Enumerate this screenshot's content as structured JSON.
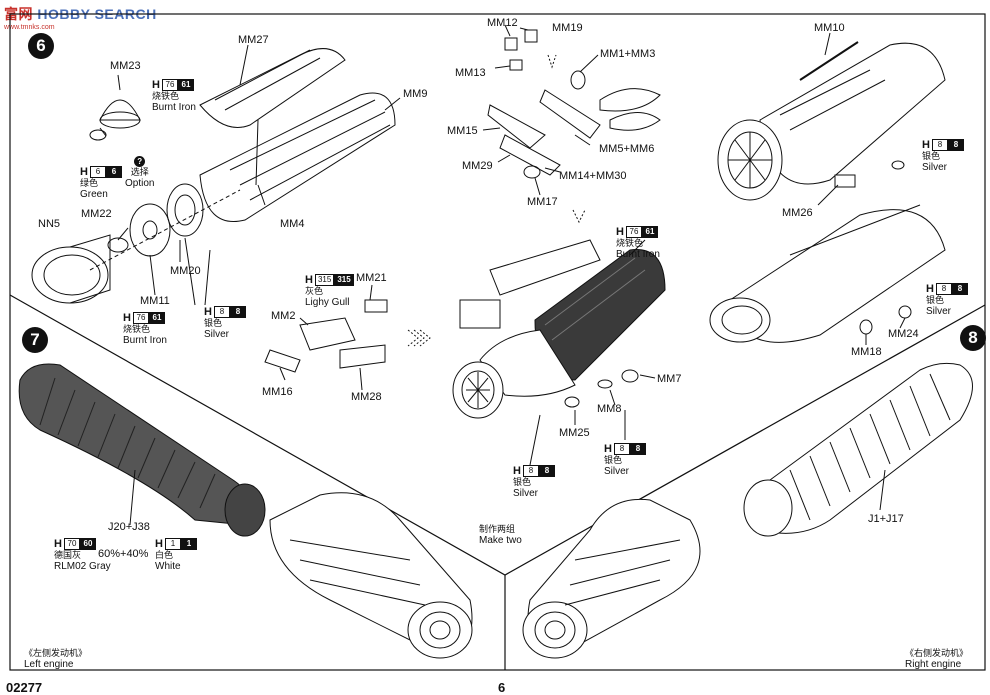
{
  "watermark": {
    "logo_a": "富",
    "logo_b": "网",
    "brand": "HOBBY SEARCH",
    "url": "www.tmnks.com"
  },
  "steps": {
    "s6": "6",
    "s7": "7",
    "s8": "8"
  },
  "parts": {
    "mm23": "MM23",
    "mm27": "MM27",
    "mm9": "MM9",
    "mm4": "MM4",
    "nn5": "NN5",
    "mm22": "MM22",
    "mm20": "MM20",
    "mm11": "MM11",
    "mm12": "MM12",
    "mm19": "MM19",
    "mm13": "MM13",
    "mm1_mm3": "MM1+MM3",
    "mm15": "MM15",
    "mm29": "MM29",
    "mm5_mm6": "MM5+MM6",
    "mm14_mm30": "MM14+MM30",
    "mm17": "MM17",
    "mm10": "MM10",
    "mm26": "MM26",
    "mm18": "MM18",
    "mm24": "MM24",
    "mm21": "MM21",
    "mm2": "MM2",
    "mm16": "MM16",
    "mm28": "MM28",
    "mm7": "MM7",
    "mm8": "MM8",
    "mm25": "MM25",
    "j20_j38": "J20+J38",
    "j1_j17": "J1+J17"
  },
  "paints": {
    "burnt_iron_1": {
      "h": "H",
      "n1": "76",
      "n2": "61",
      "cn": "烧铁色",
      "en": "Burnt Iron"
    },
    "green": {
      "h": "H",
      "n1": "6",
      "n2": "6",
      "cn": "绿色",
      "en": "Green"
    },
    "optional": {
      "mark": "?",
      "cn": "选择",
      "en": "Option"
    },
    "burnt_iron_2": {
      "h": "H",
      "n1": "76",
      "n2": "61",
      "cn": "烧铁色",
      "en": "Burnt Iron"
    },
    "silver_1": {
      "h": "H",
      "n1": "8",
      "n2": "8",
      "cn": "银色",
      "en": "Silver"
    },
    "light_gull": {
      "h": "H",
      "n1": "315",
      "n2": "315",
      "cn": "灰色",
      "en": "Lighy Gull"
    },
    "burnt_iron_3": {
      "h": "H",
      "n1": "76",
      "n2": "61",
      "cn": "烧铁色",
      "en": "Burnt Iron"
    },
    "silver_2": {
      "h": "H",
      "n1": "8",
      "n2": "8",
      "cn": "银色",
      "en": "Silver"
    },
    "silver_3": {
      "h": "H",
      "n1": "8",
      "n2": "8",
      "cn": "银色",
      "en": "Silver"
    },
    "silver_4": {
      "h": "H",
      "n1": "8",
      "n2": "8",
      "cn": "银色",
      "en": "Silver"
    },
    "silver_5": {
      "h": "H",
      "n1": "8",
      "n2": "8",
      "cn": "银色",
      "en": "Silver"
    },
    "rlm02": {
      "h": "H",
      "n1": "70",
      "n2": "60",
      "cn": "德国灰",
      "en": "RLM02 Gray"
    },
    "mix": "60%+40%",
    "white": {
      "h": "H",
      "n1": "1",
      "n2": "1",
      "cn": "白色",
      "en": "White"
    }
  },
  "notes": {
    "make_two_cn": "制作两组",
    "make_two_en": "Make two",
    "left_cn": "《左侧发动机》",
    "left_en": "Left engine",
    "right_cn": "《右侧发动机》",
    "right_en": "Right engine"
  },
  "footer": {
    "code": "02277",
    "page": "6"
  }
}
